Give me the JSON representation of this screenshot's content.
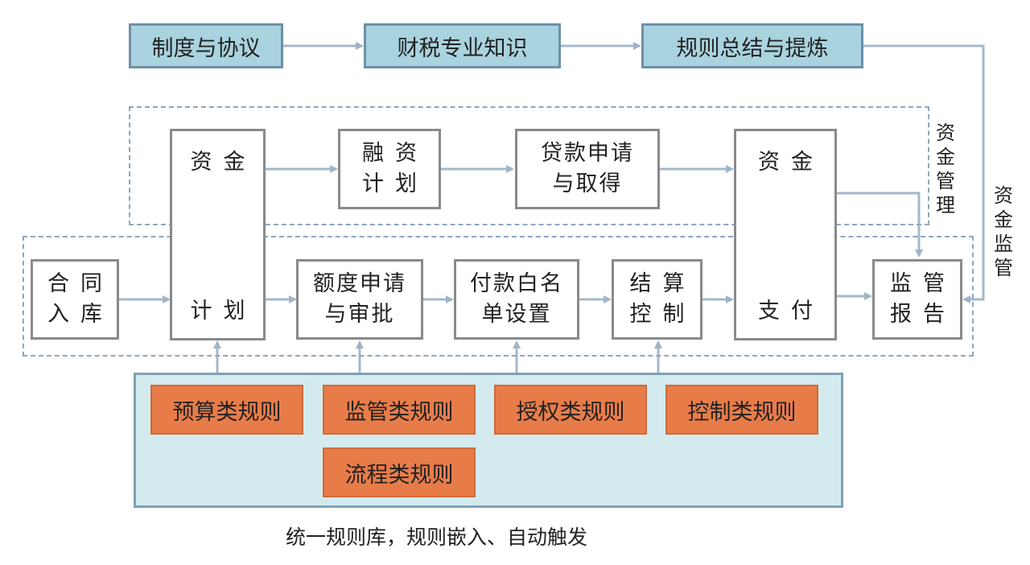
{
  "top_row": [
    "制度与协议",
    "财税专业知识",
    "规则总结与提炼"
  ],
  "fund_management": {
    "label": "资金管理",
    "boxes": [
      "融资计划",
      "贷款申请与取得"
    ]
  },
  "process": {
    "fund_plan": {
      "top": "资金",
      "bottom": "计划"
    },
    "fund_pay": {
      "top": "资金",
      "bottom": "支付"
    },
    "contract": [
      "合同",
      "入库"
    ],
    "quota": [
      "额度申请",
      "与审批"
    ],
    "whitelist": [
      "付款白名",
      "单设置"
    ],
    "settlement": [
      "结算",
      "控制"
    ],
    "report": [
      "监管",
      "报告"
    ],
    "financing": [
      "融资",
      "计划"
    ],
    "loan": [
      "贷款申请",
      "与取得"
    ]
  },
  "side_label": "资金监管",
  "rules": [
    "预算类规则",
    "监管类规则",
    "授权类规则",
    "控制类规则",
    "流程类规则"
  ],
  "caption": "统一规则库，规则嵌入、自动触发"
}
